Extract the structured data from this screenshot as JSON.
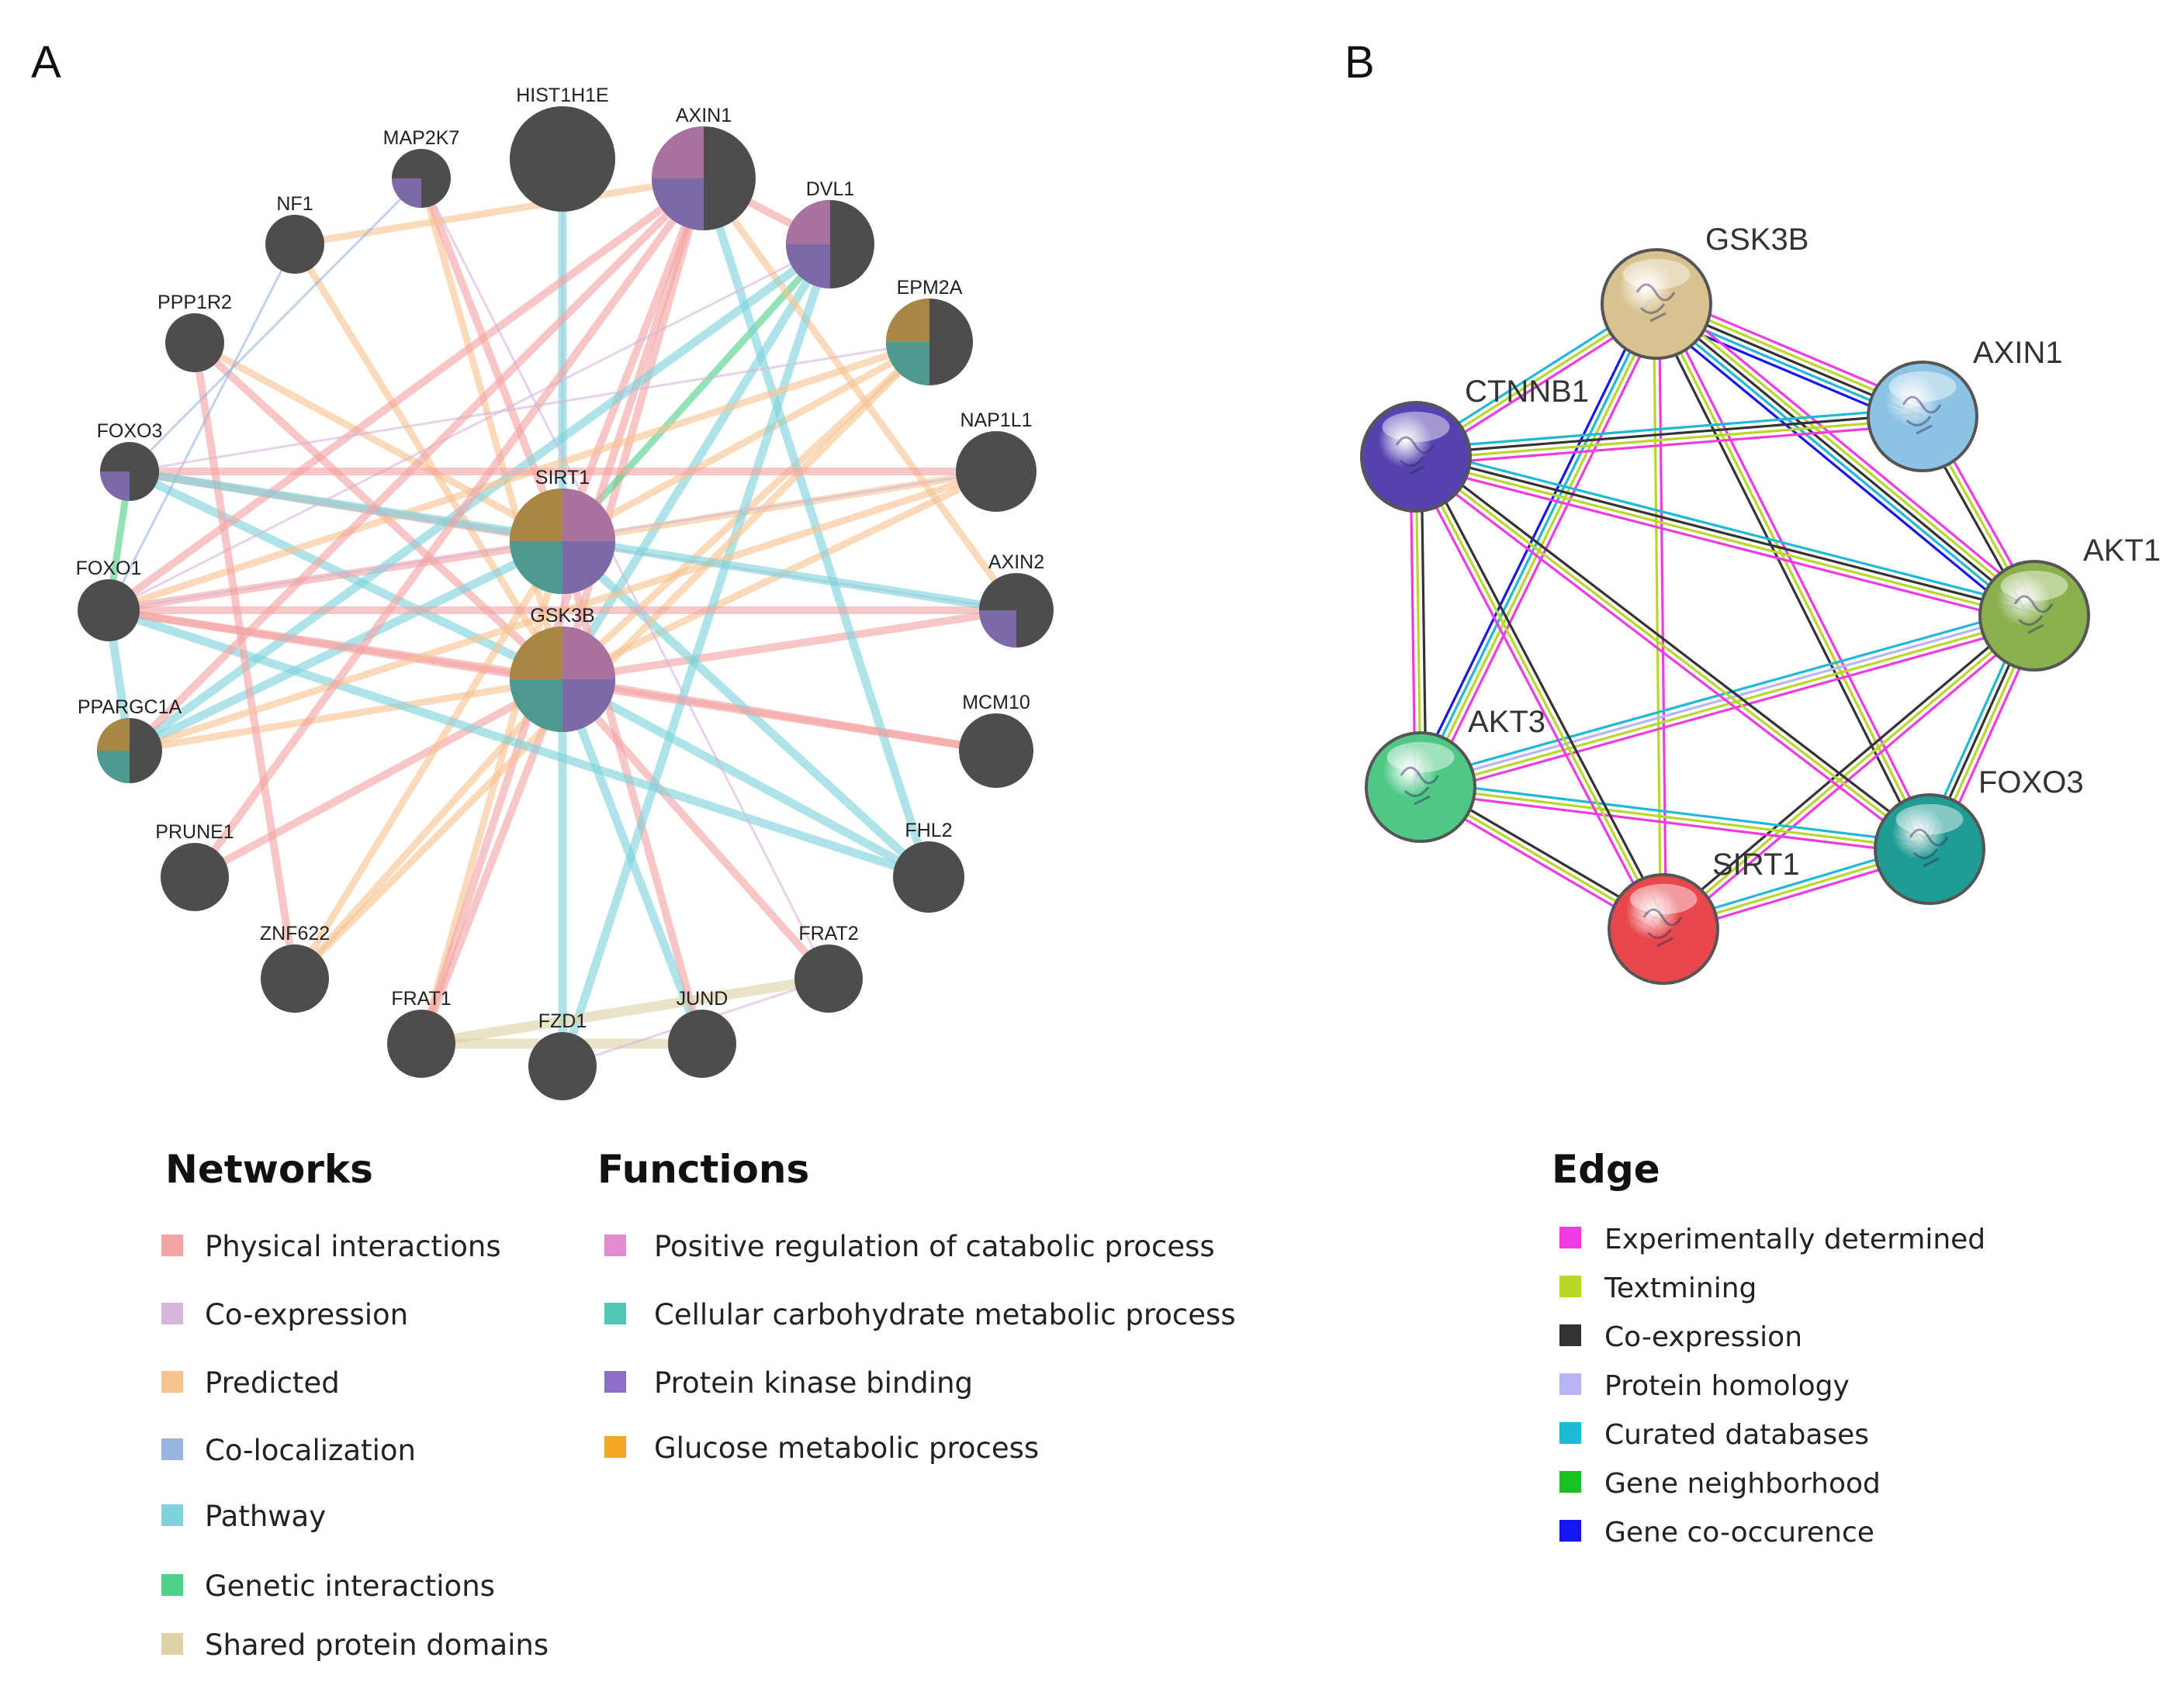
{
  "panels": {
    "a": "A",
    "b": "B"
  },
  "colors": {
    "physical": "#f4a3a3",
    "coexpression": "#d7b6dc",
    "predicted": "#f7c48f",
    "colocalization": "#9bb4df",
    "pathway": "#7dd3dc",
    "genetic": "#4fd089",
    "shared": "#dcd2a4",
    "pos_catabolic": "#a9719f",
    "carb_metabolic": "#4f9a90",
    "kinase": "#7c6aa8",
    "glucose": "#a88745",
    "node": "#4d4d4d",
    "exp": "#ef3be0",
    "text": "#b7d829",
    "coexp": "#333333",
    "homology": "#b7b5f5",
    "curated": "#1fb8d5",
    "neighborhood": "#1bc022",
    "cooccur": "#1616ee"
  },
  "genemania": {
    "nodes": [
      {
        "id": "HIST1H1E",
        "label": "HIST1H1E",
        "functions": []
      },
      {
        "id": "AXIN1",
        "label": "AXIN1",
        "functions": [
          "pos_catabolic",
          "coexp_none",
          "kinase",
          "none"
        ]
      },
      {
        "id": "DVL1",
        "label": "DVL1",
        "functions": [
          "pos_catabolic",
          "none",
          "kinase",
          "none"
        ]
      },
      {
        "id": "EPM2A",
        "label": "EPM2A",
        "functions": [
          "glucose",
          "none",
          "carb_metabolic",
          "none"
        ]
      },
      {
        "id": "NAP1L1",
        "label": "NAP1L1",
        "functions": []
      },
      {
        "id": "AXIN2",
        "label": "AXIN2",
        "functions": [
          "none",
          "none",
          "kinase",
          "none"
        ]
      },
      {
        "id": "MCM10",
        "label": "MCM10",
        "functions": []
      },
      {
        "id": "FHL2",
        "label": "FHL2",
        "functions": []
      },
      {
        "id": "FRAT2",
        "label": "FRAT2",
        "functions": []
      },
      {
        "id": "JUND",
        "label": "JUND",
        "functions": []
      },
      {
        "id": "FZD1",
        "label": "FZD1",
        "functions": []
      },
      {
        "id": "FRAT1",
        "label": "FRAT1",
        "functions": []
      },
      {
        "id": "ZNF622",
        "label": "ZNF622",
        "functions": []
      },
      {
        "id": "PRUNE1",
        "label": "PRUNE1",
        "functions": []
      },
      {
        "id": "PPARGC1A",
        "label": "PPARGC1A",
        "functions": [
          "glucose",
          "none",
          "carb_metabolic",
          "none"
        ]
      },
      {
        "id": "FOXO1",
        "label": "FOXO1",
        "functions": []
      },
      {
        "id": "FOXO3",
        "label": "FOXO3",
        "functions": [
          "none",
          "none",
          "kinase",
          "none"
        ]
      },
      {
        "id": "PPP1R2",
        "label": "PPP1R2",
        "functions": []
      },
      {
        "id": "NF1",
        "label": "NF1",
        "functions": []
      },
      {
        "id": "MAP2K7",
        "label": "MAP2K7",
        "functions": [
          "none",
          "none",
          "kinase",
          "none"
        ]
      },
      {
        "id": "SIRT1",
        "label": "SIRT1",
        "functions": [
          "glucose",
          "pos_catabolic",
          "carb_metabolic",
          "kinase"
        ]
      },
      {
        "id": "GSK3B",
        "label": "GSK3B",
        "functions": [
          "glucose",
          "pos_catabolic",
          "carb_metabolic",
          "kinase"
        ]
      }
    ],
    "edges": [
      [
        "GSK3B",
        "AXIN1",
        "physical"
      ],
      [
        "GSK3B",
        "AXIN2",
        "physical"
      ],
      [
        "GSK3B",
        "DVL1",
        "pathway"
      ],
      [
        "GSK3B",
        "FRAT1",
        "physical"
      ],
      [
        "GSK3B",
        "FRAT2",
        "physical"
      ],
      [
        "GSK3B",
        "FHL2",
        "pathway"
      ],
      [
        "GSK3B",
        "MCM10",
        "physical"
      ],
      [
        "GSK3B",
        "NAP1L1",
        "predicted"
      ],
      [
        "GSK3B",
        "EPM2A",
        "predicted"
      ],
      [
        "GSK3B",
        "FOXO1",
        "physical"
      ],
      [
        "GSK3B",
        "FOXO3",
        "pathway"
      ],
      [
        "GSK3B",
        "PPARGC1A",
        "predicted"
      ],
      [
        "GSK3B",
        "PRUNE1",
        "physical"
      ],
      [
        "GSK3B",
        "ZNF622",
        "predicted"
      ],
      [
        "GSK3B",
        "JUND",
        "pathway"
      ],
      [
        "GSK3B",
        "FZD1",
        "pathway"
      ],
      [
        "GSK3B",
        "PPP1R2",
        "physical"
      ],
      [
        "GSK3B",
        "MAP2K7",
        "predicted"
      ],
      [
        "GSK3B",
        "NF1",
        "predicted"
      ],
      [
        "GSK3B",
        "HIST1H1E",
        "coexpression"
      ],
      [
        "SIRT1",
        "HIST1H1E",
        "pathway"
      ],
      [
        "SIRT1",
        "FOXO1",
        "physical"
      ],
      [
        "SIRT1",
        "FOXO3",
        "physical"
      ],
      [
        "SIRT1",
        "PPARGC1A",
        "pathway"
      ],
      [
        "SIRT1",
        "AXIN1",
        "physical"
      ],
      [
        "SIRT1",
        "MAP2K7",
        "physical"
      ],
      [
        "SIRT1",
        "NAP1L1",
        "predicted"
      ],
      [
        "SIRT1",
        "EPM2A",
        "predicted"
      ],
      [
        "SIRT1",
        "AXIN2",
        "coexpression"
      ],
      [
        "SIRT1",
        "FHL2",
        "pathway"
      ],
      [
        "SIRT1",
        "FRAT1",
        "predicted"
      ],
      [
        "SIRT1",
        "JUND",
        "physical"
      ],
      [
        "SIRT1",
        "PPP1R2",
        "predicted"
      ],
      [
        "SIRT1",
        "DVL1",
        "genetic"
      ],
      [
        "SIRT1",
        "ZNF622",
        "predicted"
      ],
      [
        "AXIN1",
        "DVL1",
        "physical"
      ],
      [
        "AXIN1",
        "FRAT1",
        "physical"
      ],
      [
        "AXIN1",
        "FHL2",
        "pathway"
      ],
      [
        "AXIN1",
        "FOXO1",
        "physical"
      ],
      [
        "AXIN1",
        "AXIN2",
        "predicted"
      ],
      [
        "DVL1",
        "FZD1",
        "pathway"
      ],
      [
        "DVL1",
        "FOXO1",
        "coexpression"
      ],
      [
        "DVL1",
        "PPARGC1A",
        "pathway"
      ],
      [
        "EPM2A",
        "FOXO1",
        "predicted"
      ],
      [
        "EPM2A",
        "ZNF622",
        "predicted"
      ],
      [
        "NAP1L1",
        "FOXO1",
        "coexpression"
      ],
      [
        "AXIN2",
        "FOXO1",
        "physical"
      ],
      [
        "FOXO1",
        "FOXO3",
        "genetic"
      ],
      [
        "FOXO1",
        "FHL2",
        "pathway"
      ],
      [
        "FOXO1",
        "MCM10",
        "physical"
      ],
      [
        "FOXO1",
        "PPARGC1A",
        "pathway"
      ],
      [
        "PPP1R2",
        "ZNF622",
        "physical"
      ],
      [
        "NF1",
        "FOXO1",
        "colocalization"
      ],
      [
        "NF1",
        "AXIN1",
        "predicted"
      ],
      [
        "MAP2K7",
        "FOXO3",
        "colocalization"
      ],
      [
        "MAP2K7",
        "FRAT2",
        "coexpression"
      ],
      [
        "FRAT1",
        "FRAT2",
        "shared"
      ],
      [
        "FRAT1",
        "JUND",
        "shared"
      ],
      [
        "FZD1",
        "FRAT2",
        "coexpression"
      ],
      [
        "FOXO3",
        "NAP1L1",
        "physical"
      ],
      [
        "PPARGC1A",
        "NAP1L1",
        "predicted"
      ],
      [
        "FOXO3",
        "AXIN2",
        "pathway"
      ],
      [
        "PRUNE1",
        "AXIN1",
        "physical"
      ],
      [
        "FOXO3",
        "EPM2A",
        "coexpression"
      ],
      [
        "PPARGC1A",
        "AXIN1",
        "physical"
      ]
    ]
  },
  "string": {
    "nodes": [
      {
        "id": "GSK3B",
        "label": "GSK3B",
        "color": "#d8c28f"
      },
      {
        "id": "AXIN1",
        "label": "AXIN1",
        "color": "#8cc3e4"
      },
      {
        "id": "AKT1",
        "label": "AKT1",
        "color": "#8ab04e"
      },
      {
        "id": "FOXO3",
        "label": "FOXO3",
        "color": "#1f9c93"
      },
      {
        "id": "SIRT1",
        "label": "SIRT1",
        "color": "#e8484d"
      },
      {
        "id": "AKT3",
        "label": "AKT3",
        "color": "#4fc886"
      },
      {
        "id": "CTNNB1",
        "label": "CTNNB1",
        "color": "#5743b0"
      }
    ],
    "edges": [
      [
        "GSK3B",
        "AXIN1",
        [
          "exp",
          "text",
          "coexp",
          "curated",
          "cooccur"
        ]
      ],
      [
        "GSK3B",
        "AKT1",
        [
          "exp",
          "text",
          "coexp",
          "curated",
          "cooccur"
        ]
      ],
      [
        "GSK3B",
        "FOXO3",
        [
          "exp",
          "text",
          "coexp"
        ]
      ],
      [
        "GSK3B",
        "SIRT1",
        [
          "exp",
          "text"
        ]
      ],
      [
        "GSK3B",
        "AKT3",
        [
          "exp",
          "text",
          "curated",
          "cooccur"
        ]
      ],
      [
        "GSK3B",
        "CTNNB1",
        [
          "exp",
          "text",
          "curated"
        ]
      ],
      [
        "AXIN1",
        "AKT1",
        [
          "exp",
          "text",
          "coexp"
        ]
      ],
      [
        "AXIN1",
        "CTNNB1",
        [
          "exp",
          "text",
          "coexp",
          "curated"
        ]
      ],
      [
        "AKT1",
        "FOXO3",
        [
          "exp",
          "text",
          "coexp",
          "curated"
        ]
      ],
      [
        "AKT1",
        "SIRT1",
        [
          "exp",
          "text",
          "coexp"
        ]
      ],
      [
        "AKT1",
        "AKT3",
        [
          "exp",
          "text",
          "homology",
          "curated"
        ]
      ],
      [
        "AKT1",
        "CTNNB1",
        [
          "exp",
          "text",
          "coexp",
          "curated"
        ]
      ],
      [
        "FOXO3",
        "SIRT1",
        [
          "exp",
          "text",
          "curated"
        ]
      ],
      [
        "FOXO3",
        "AKT3",
        [
          "exp",
          "text",
          "curated"
        ]
      ],
      [
        "FOXO3",
        "CTNNB1",
        [
          "exp",
          "text",
          "coexp"
        ]
      ],
      [
        "SIRT1",
        "AKT3",
        [
          "exp",
          "text",
          "coexp"
        ]
      ],
      [
        "SIRT1",
        "CTNNB1",
        [
          "exp",
          "text",
          "coexp"
        ]
      ],
      [
        "AKT3",
        "CTNNB1",
        [
          "exp",
          "text",
          "coexp"
        ]
      ]
    ]
  },
  "legend_networks": {
    "title": "Networks",
    "items": [
      {
        "label": "Physical interactions",
        "key": "physical"
      },
      {
        "label": "Co-expression",
        "key": "coexpression"
      },
      {
        "label": "Predicted",
        "key": "predicted"
      },
      {
        "label": "Co-localization",
        "key": "colocalization"
      },
      {
        "label": "Pathway",
        "key": "pathway"
      },
      {
        "label": "Genetic interactions",
        "key": "genetic"
      },
      {
        "label": "Shared protein domains",
        "key": "shared"
      }
    ]
  },
  "legend_functions": {
    "title": "Functions",
    "items": [
      {
        "label": "Positive regulation of catabolic process",
        "key": "pos_catabolic_legend"
      },
      {
        "label": "Cellular carbohydrate metabolic process",
        "key": "carb_metabolic_legend"
      },
      {
        "label": "Protein kinase binding",
        "key": "kinase"
      },
      {
        "label": "Glucose metabolic process",
        "key": "glucose_legend"
      }
    ],
    "legend_colors": {
      "pos_catabolic_legend": "#e48ad0",
      "carb_metabolic_legend": "#4fc7b6",
      "kinase": "#8a6ec8",
      "glucose_legend": "#f2a527"
    }
  },
  "legend_edge": {
    "title": "Edge",
    "items": [
      {
        "label": "Experimentally determined",
        "key": "exp"
      },
      {
        "label": "Textmining",
        "key": "text"
      },
      {
        "label": "Co-expression",
        "key": "coexp"
      },
      {
        "label": "Protein homology",
        "key": "homology"
      },
      {
        "label": "Curated databases",
        "key": "curated"
      },
      {
        "label": "Gene neighborhood",
        "key": "neighborhood"
      },
      {
        "label": "Gene co-occurence",
        "key": "cooccur"
      }
    ]
  }
}
